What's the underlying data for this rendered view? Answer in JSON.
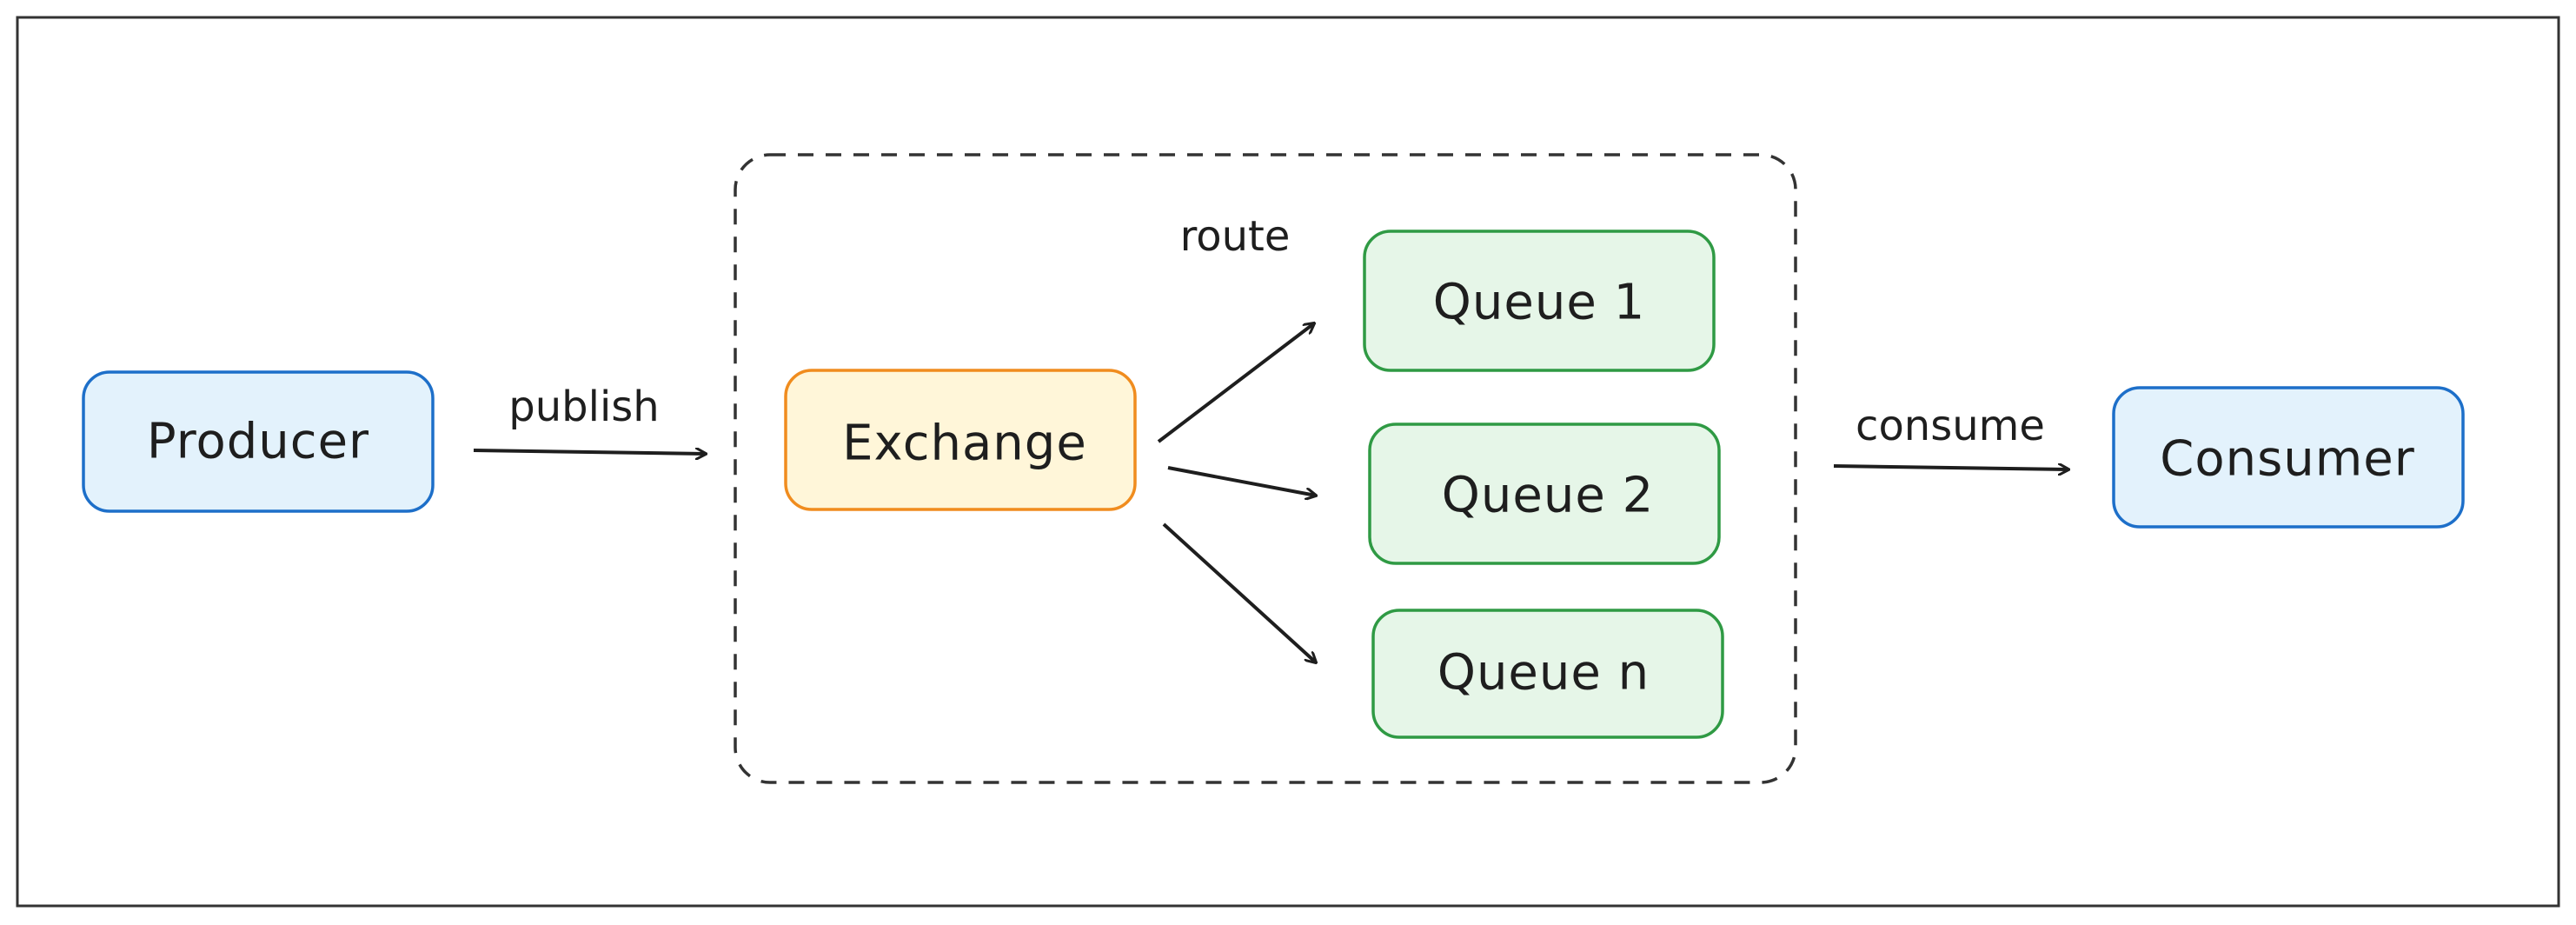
{
  "colors": {
    "producer_fill": "#e3f2fc",
    "producer_stroke": "#1d6fc9",
    "exchange_fill": "#fff6d9",
    "exchange_stroke": "#f08c1e",
    "queue_fill": "#e6f6e8",
    "queue_stroke": "#2f9a44",
    "consumer_fill": "#e3f2fc",
    "consumer_stroke": "#1d6fc9",
    "line": "#1e1e1e",
    "frame": "#333333"
  },
  "nodes": {
    "producer": "Producer",
    "exchange": "Exchange",
    "queue_1": "Queue 1",
    "queue_2": "Queue 2",
    "queue_n": "Queue n",
    "consumer": "Consumer"
  },
  "edges": {
    "publish": "publish",
    "route": "route",
    "consume": "consume"
  }
}
